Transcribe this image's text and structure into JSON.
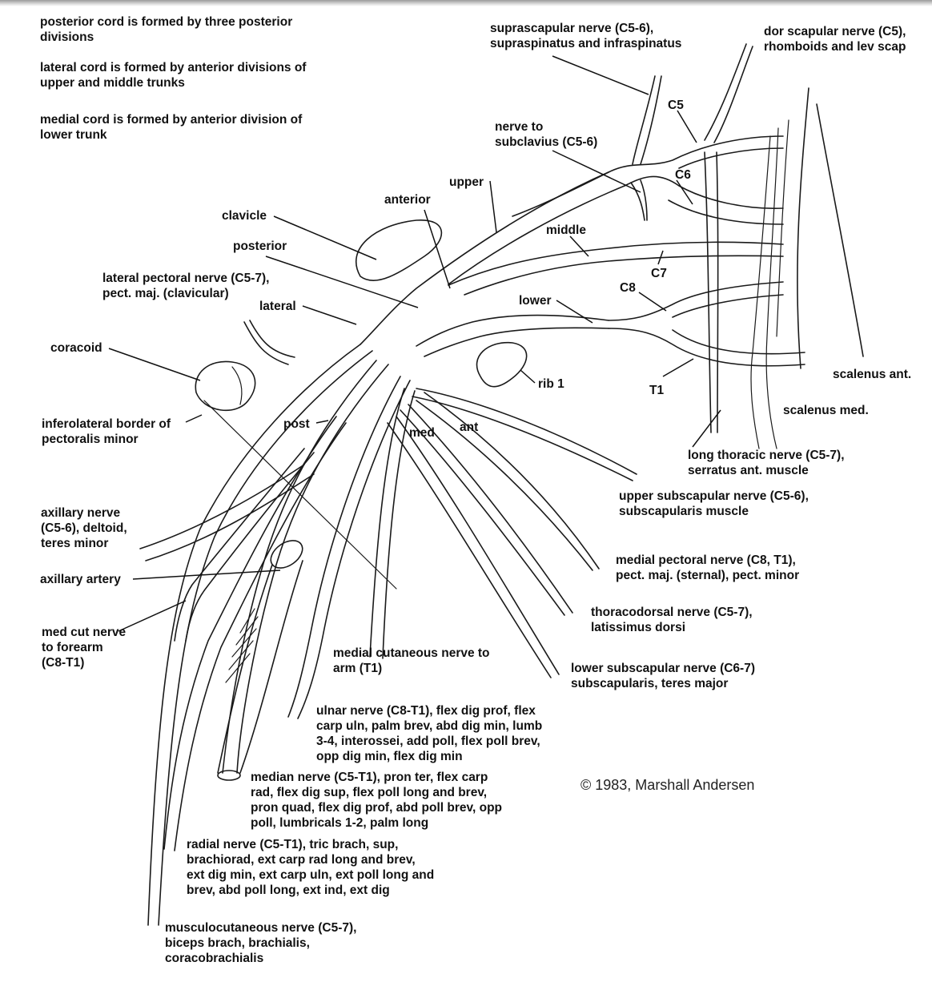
{
  "colors": {
    "ink": "#111111",
    "background": "#ffffff",
    "copyright": "#222222"
  },
  "labels": {
    "posterior_cord": "posterior cord is formed by three posterior\ndivisions",
    "lateral_cord": "lateral cord is formed by anterior divisions of\nupper and middle trunks",
    "medial_cord": "medial cord is formed by anterior division of\nlower trunk",
    "suprascapular": "suprascapular nerve (C5-6),\nsupraspinatus and infraspinatus",
    "dor_scapular": "dor scapular nerve (C5),\nrhomboids and lev scap",
    "c5": "C5",
    "c6": "C6",
    "c7": "C7",
    "c8": "C8",
    "t1": "T1",
    "nerve_to_subclavius": "nerve to\nsubclavius (C5-6)",
    "upper": "upper",
    "anterior": "anterior",
    "middle": "middle",
    "clavicle": "clavicle",
    "posterior": "posterior",
    "lateral_pectoral": "lateral pectoral nerve (C5-7),\npect. maj. (clavicular)",
    "lateral": "lateral",
    "lower": "lower",
    "coracoid": "coracoid",
    "rib1": "rib 1",
    "scalenus_ant": "scalenus ant.",
    "scalenus_med": "scalenus med.",
    "inferolateral_border": "inferolateral border of\npectoralis minor",
    "post": "post",
    "med": "med",
    "ant": "ant",
    "long_thoracic": "long thoracic nerve (C5-7),\nserratus ant. muscle",
    "upper_subscapular": "upper subscapular nerve (C5-6),\nsubscapularis muscle",
    "axillary_nerve": "axillary nerve\n(C5-6), deltoid,\nteres minor",
    "axillary_artery": "axillary artery",
    "medial_pectoral": "medial pectoral nerve (C8, T1),\npect. maj. (sternal), pect. minor",
    "thoracodorsal": "thoracodorsal nerve (C5-7),\nlatissimus dorsi",
    "med_cut_forearm": "med cut nerve\nto forearm\n(C8-T1)",
    "medial_cutaneous_arm": "medial cutaneous nerve to\narm (T1)",
    "lower_subscapular": "lower subscapular nerve (C6-7)\nsubscapularis, teres major",
    "ulnar": "ulnar nerve (C8-T1), flex dig prof, flex\ncarp uln, palm brev, abd dig min, lumb\n3-4, interossei, add poll, flex poll brev,\nopp dig min, flex dig min",
    "median": "median nerve (C5-T1), pron ter, flex carp\nrad, flex dig sup, flex poll long and brev,\npron quad, flex dig prof, abd poll brev, opp\npoll, lumbricals 1-2, palm long",
    "radial": "radial nerve (C5-T1), tric brach, sup,\nbrachiorad, ext carp rad long and brev,\next dig min, ext carp uln, ext poll long and\nbrev, abd poll long, ext ind, ext dig",
    "musculocutaneous": "musculocutaneous nerve (C5-7),\nbiceps brach, brachialis,\ncoracobrachialis",
    "copyright": "© 1983, Marshall Andersen"
  }
}
